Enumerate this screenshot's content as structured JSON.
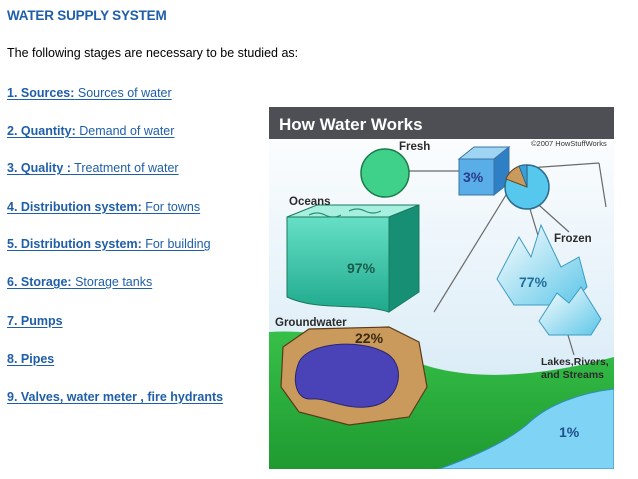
{
  "title": "WATER SUPPLY SYSTEM",
  "intro": "The following stages are necessary to be studied as:",
  "stages": [
    {
      "label": "1. Sources:",
      "desc": " Sources of water"
    },
    {
      "label": "2. Quantity:",
      "desc": " Demand of water"
    },
    {
      "label": "3. Quality :",
      "desc": " Treatment of water"
    },
    {
      "label": "4. Distribution system:",
      "desc": "  For towns"
    },
    {
      "label": "5. Distribution system:",
      "desc": "  For building"
    },
    {
      "label": "6. Storage:",
      "desc": " Storage tanks"
    },
    {
      "label": "7. Pumps",
      "desc": ""
    },
    {
      "label": "8. Pipes",
      "desc": ""
    },
    {
      "label": "9. Valves, water meter , fire hydrants",
      "desc": ""
    }
  ],
  "infographic": {
    "heading": "How Water Works",
    "copyright": "©2007 HowStuffWorks",
    "fresh_label": "Fresh",
    "fresh_pct": "3%",
    "oceans_label": "Oceans",
    "oceans_pct": "97%",
    "frozen_label": "Frozen",
    "frozen_pct": "77%",
    "groundwater_label": "Groundwater",
    "groundwater_pct": "22%",
    "lakes_label_1": "Lakes,Rivers,",
    "lakes_label_2": "and Streams",
    "lakes_pct": "1%"
  }
}
